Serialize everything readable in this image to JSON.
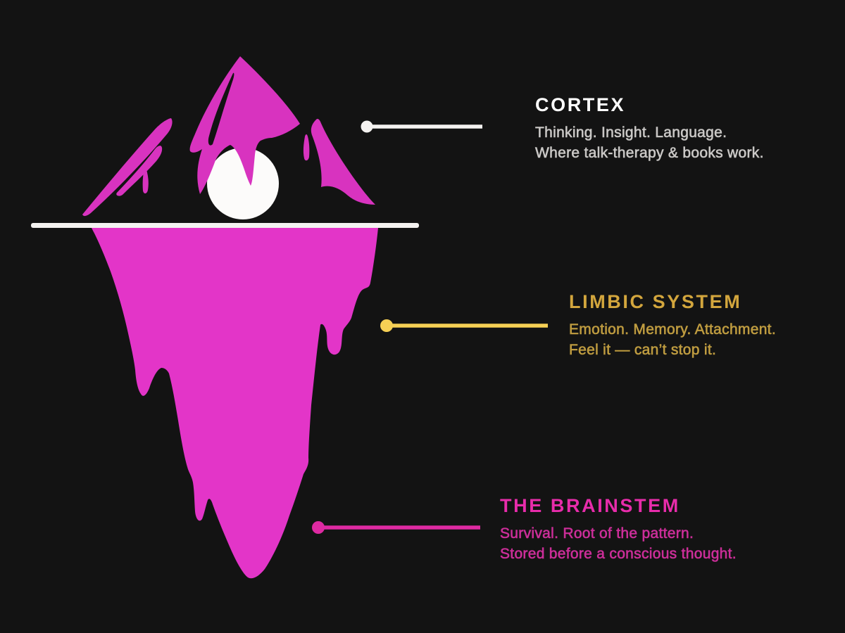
{
  "colors": {
    "background": "#131313",
    "berg-above": "#d833bf",
    "berg-below": "#e335c8",
    "moon-white": "#fcfbfa",
    "waterline": "#f4f2f0",
    "cortex-title": "#ffffff",
    "cortex-body": "#cac8c6",
    "limbic-accent": "#f6d055",
    "limbic-title": "#d3a63d",
    "limbic-body": "#bf9c40",
    "brainstem-accent": "#de2aa2",
    "brainstem-title": "#e82cab",
    "brainstem-body": "#cc2e99"
  },
  "labels": {
    "cortex": {
      "title": "CORTEX",
      "line1": "Thinking. Insight. Language.",
      "line2": "Where talk-therapy & books work."
    },
    "limbic": {
      "title": "LIMBIC SYSTEM",
      "line1": "Emotion. Memory. Attachment.",
      "line2": "Feel it — can’t stop it."
    },
    "brainstem": {
      "title": "THE BRAINSTEM",
      "line1": "Survival. Root of the pattern.",
      "line2": "Stored before a conscious thought."
    }
  }
}
